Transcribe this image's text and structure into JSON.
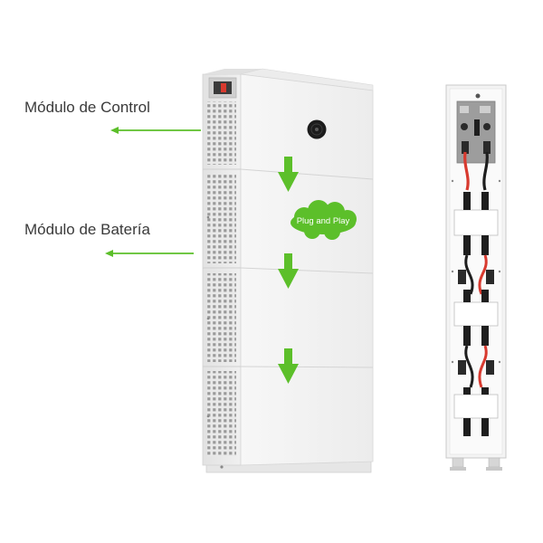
{
  "labels": {
    "control_module": "Módulo de Control",
    "battery_module": "Módulo de Batería",
    "plug_and_play": "Plug and Play"
  },
  "colors": {
    "accent_green": "#5cbf2a",
    "cabinet_white": "#f2f2f2",
    "cabinet_edge": "#d9d9d9",
    "cable_red": "#d83a2f",
    "cable_black": "#1e1e1e"
  },
  "icons": [
    "down-arrow-icon",
    "left-arrow-icon",
    "cloud-badge",
    "power-button-icon"
  ]
}
